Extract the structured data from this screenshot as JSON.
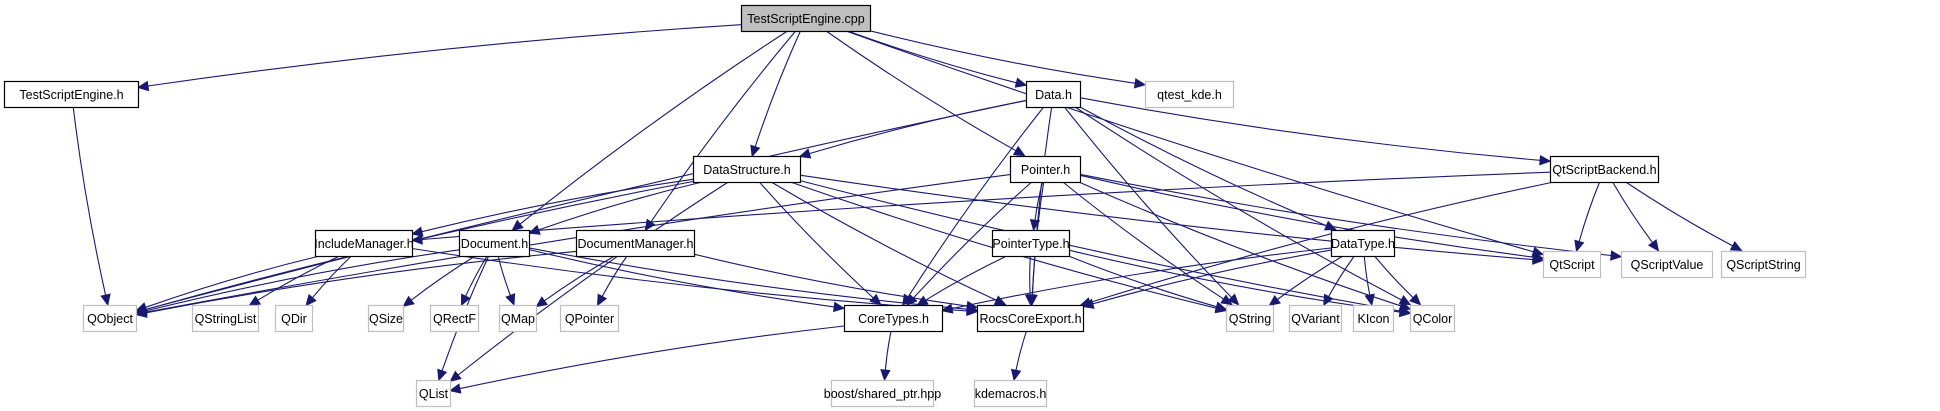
{
  "title": "TestScriptEngine.cpp include dependency graph",
  "colors": {
    "edge": "#191970",
    "root_fill": "#bfbfbf",
    "local_border": "#000000",
    "external_border": "#bfbfbf"
  },
  "nodes": [
    {
      "id": "TestScriptEngine.cpp",
      "label": "TestScriptEngine.cpp",
      "kind": "root"
    },
    {
      "id": "TestScriptEngine.h",
      "label": "TestScriptEngine.h",
      "kind": "local"
    },
    {
      "id": "Data.h",
      "label": "Data.h",
      "kind": "local"
    },
    {
      "id": "qtest_kde.h",
      "label": "qtest_kde.h",
      "kind": "external"
    },
    {
      "id": "DataStructure.h",
      "label": "DataStructure.h",
      "kind": "local"
    },
    {
      "id": "Pointer.h",
      "label": "Pointer.h",
      "kind": "local"
    },
    {
      "id": "QtScriptBackend.h",
      "label": "QtScriptBackend.h",
      "kind": "local"
    },
    {
      "id": "IncludeManager.h",
      "label": "IncludeManager.h",
      "kind": "local"
    },
    {
      "id": "Document.h",
      "label": "Document.h",
      "kind": "local"
    },
    {
      "id": "DocumentManager.h",
      "label": "DocumentManager.h",
      "kind": "local"
    },
    {
      "id": "PointerType.h",
      "label": "PointerType.h",
      "kind": "local"
    },
    {
      "id": "DataType.h",
      "label": "DataType.h",
      "kind": "local"
    },
    {
      "id": "QtScript",
      "label": "QtScript",
      "kind": "external"
    },
    {
      "id": "QScriptValue",
      "label": "QScriptValue",
      "kind": "external"
    },
    {
      "id": "QScriptString",
      "label": "QScriptString",
      "kind": "external"
    },
    {
      "id": "QObject",
      "label": "QObject",
      "kind": "external"
    },
    {
      "id": "QStringList",
      "label": "QStringList",
      "kind": "external"
    },
    {
      "id": "QDir",
      "label": "QDir",
      "kind": "external"
    },
    {
      "id": "QSize",
      "label": "QSize",
      "kind": "external"
    },
    {
      "id": "QRectF",
      "label": "QRectF",
      "kind": "external"
    },
    {
      "id": "QMap",
      "label": "QMap",
      "kind": "external"
    },
    {
      "id": "QPointer",
      "label": "QPointer",
      "kind": "external"
    },
    {
      "id": "CoreTypes.h",
      "label": "CoreTypes.h",
      "kind": "local"
    },
    {
      "id": "RocsCoreExport.h",
      "label": "RocsCoreExport.h",
      "kind": "local"
    },
    {
      "id": "QString",
      "label": "QString",
      "kind": "external"
    },
    {
      "id": "QVariant",
      "label": "QVariant",
      "kind": "external"
    },
    {
      "id": "KIcon",
      "label": "KIcon",
      "kind": "external"
    },
    {
      "id": "QColor",
      "label": "QColor",
      "kind": "external"
    },
    {
      "id": "QList",
      "label": "QList",
      "kind": "external"
    },
    {
      "id": "boost/shared_ptr.hpp",
      "label": "boost/shared_ptr.hpp",
      "kind": "external"
    },
    {
      "id": "kdemacros.h",
      "label": "kdemacros.h",
      "kind": "external"
    }
  ],
  "edges": [
    [
      "TestScriptEngine.cpp",
      "TestScriptEngine.h"
    ],
    [
      "TestScriptEngine.cpp",
      "Data.h"
    ],
    [
      "TestScriptEngine.cpp",
      "qtest_kde.h"
    ],
    [
      "TestScriptEngine.cpp",
      "DataStructure.h"
    ],
    [
      "TestScriptEngine.cpp",
      "Pointer.h"
    ],
    [
      "TestScriptEngine.cpp",
      "Document.h"
    ],
    [
      "TestScriptEngine.cpp",
      "DocumentManager.h"
    ],
    [
      "TestScriptEngine.cpp",
      "QtScript"
    ],
    [
      "TestScriptEngine.h",
      "QObject"
    ],
    [
      "Data.h",
      "QObject"
    ],
    [
      "Data.h",
      "DataStructure.h"
    ],
    [
      "Data.h",
      "QtScriptBackend.h"
    ],
    [
      "Data.h",
      "CoreTypes.h"
    ],
    [
      "Data.h",
      "RocsCoreExport.h"
    ],
    [
      "Data.h",
      "DataType.h"
    ],
    [
      "Data.h",
      "QString"
    ],
    [
      "Data.h",
      "QColor"
    ],
    [
      "DataStructure.h",
      "QObject"
    ],
    [
      "DataStructure.h",
      "Document.h"
    ],
    [
      "DataStructure.h",
      "IncludeManager.h"
    ],
    [
      "DataStructure.h",
      "CoreTypes.h"
    ],
    [
      "DataStructure.h",
      "RocsCoreExport.h"
    ],
    [
      "DataStructure.h",
      "QString"
    ],
    [
      "DataStructure.h",
      "QtScript"
    ],
    [
      "DataStructure.h",
      "QColor"
    ],
    [
      "DataStructure.h",
      "QList"
    ],
    [
      "Pointer.h",
      "QObject"
    ],
    [
      "Pointer.h",
      "PointerType.h"
    ],
    [
      "Pointer.h",
      "CoreTypes.h"
    ],
    [
      "Pointer.h",
      "RocsCoreExport.h"
    ],
    [
      "Pointer.h",
      "QString"
    ],
    [
      "Pointer.h",
      "QtScript"
    ],
    [
      "Pointer.h",
      "QScriptValue"
    ],
    [
      "Pointer.h",
      "QColor"
    ],
    [
      "QtScriptBackend.h",
      "QtScript"
    ],
    [
      "QtScriptBackend.h",
      "QScriptValue"
    ],
    [
      "QtScriptBackend.h",
      "QScriptString"
    ],
    [
      "QtScriptBackend.h",
      "RocsCoreExport.h"
    ],
    [
      "QtScriptBackend.h",
      "IncludeManager.h"
    ],
    [
      "IncludeManager.h",
      "QObject"
    ],
    [
      "IncludeManager.h",
      "QStringList"
    ],
    [
      "IncludeManager.h",
      "QDir"
    ],
    [
      "IncludeManager.h",
      "RocsCoreExport.h"
    ],
    [
      "Document.h",
      "QObject"
    ],
    [
      "Document.h",
      "QSize"
    ],
    [
      "Document.h",
      "QRectF"
    ],
    [
      "Document.h",
      "QMap"
    ],
    [
      "Document.h",
      "QList"
    ],
    [
      "Document.h",
      "CoreTypes.h"
    ],
    [
      "Document.h",
      "RocsCoreExport.h"
    ],
    [
      "DocumentManager.h",
      "QObject"
    ],
    [
      "DocumentManager.h",
      "QMap"
    ],
    [
      "DocumentManager.h",
      "QPointer"
    ],
    [
      "DocumentManager.h",
      "RocsCoreExport.h"
    ],
    [
      "PointerType.h",
      "CoreTypes.h"
    ],
    [
      "PointerType.h",
      "RocsCoreExport.h"
    ],
    [
      "PointerType.h",
      "QString"
    ],
    [
      "PointerType.h",
      "QColor"
    ],
    [
      "DataType.h",
      "CoreTypes.h"
    ],
    [
      "DataType.h",
      "RocsCoreExport.h"
    ],
    [
      "DataType.h",
      "QString"
    ],
    [
      "DataType.h",
      "QVariant"
    ],
    [
      "DataType.h",
      "KIcon"
    ],
    [
      "DataType.h",
      "QColor"
    ],
    [
      "CoreTypes.h",
      "QList"
    ],
    [
      "CoreTypes.h",
      "boost/shared_ptr.hpp"
    ],
    [
      "RocsCoreExport.h",
      "kdemacros.h"
    ]
  ]
}
